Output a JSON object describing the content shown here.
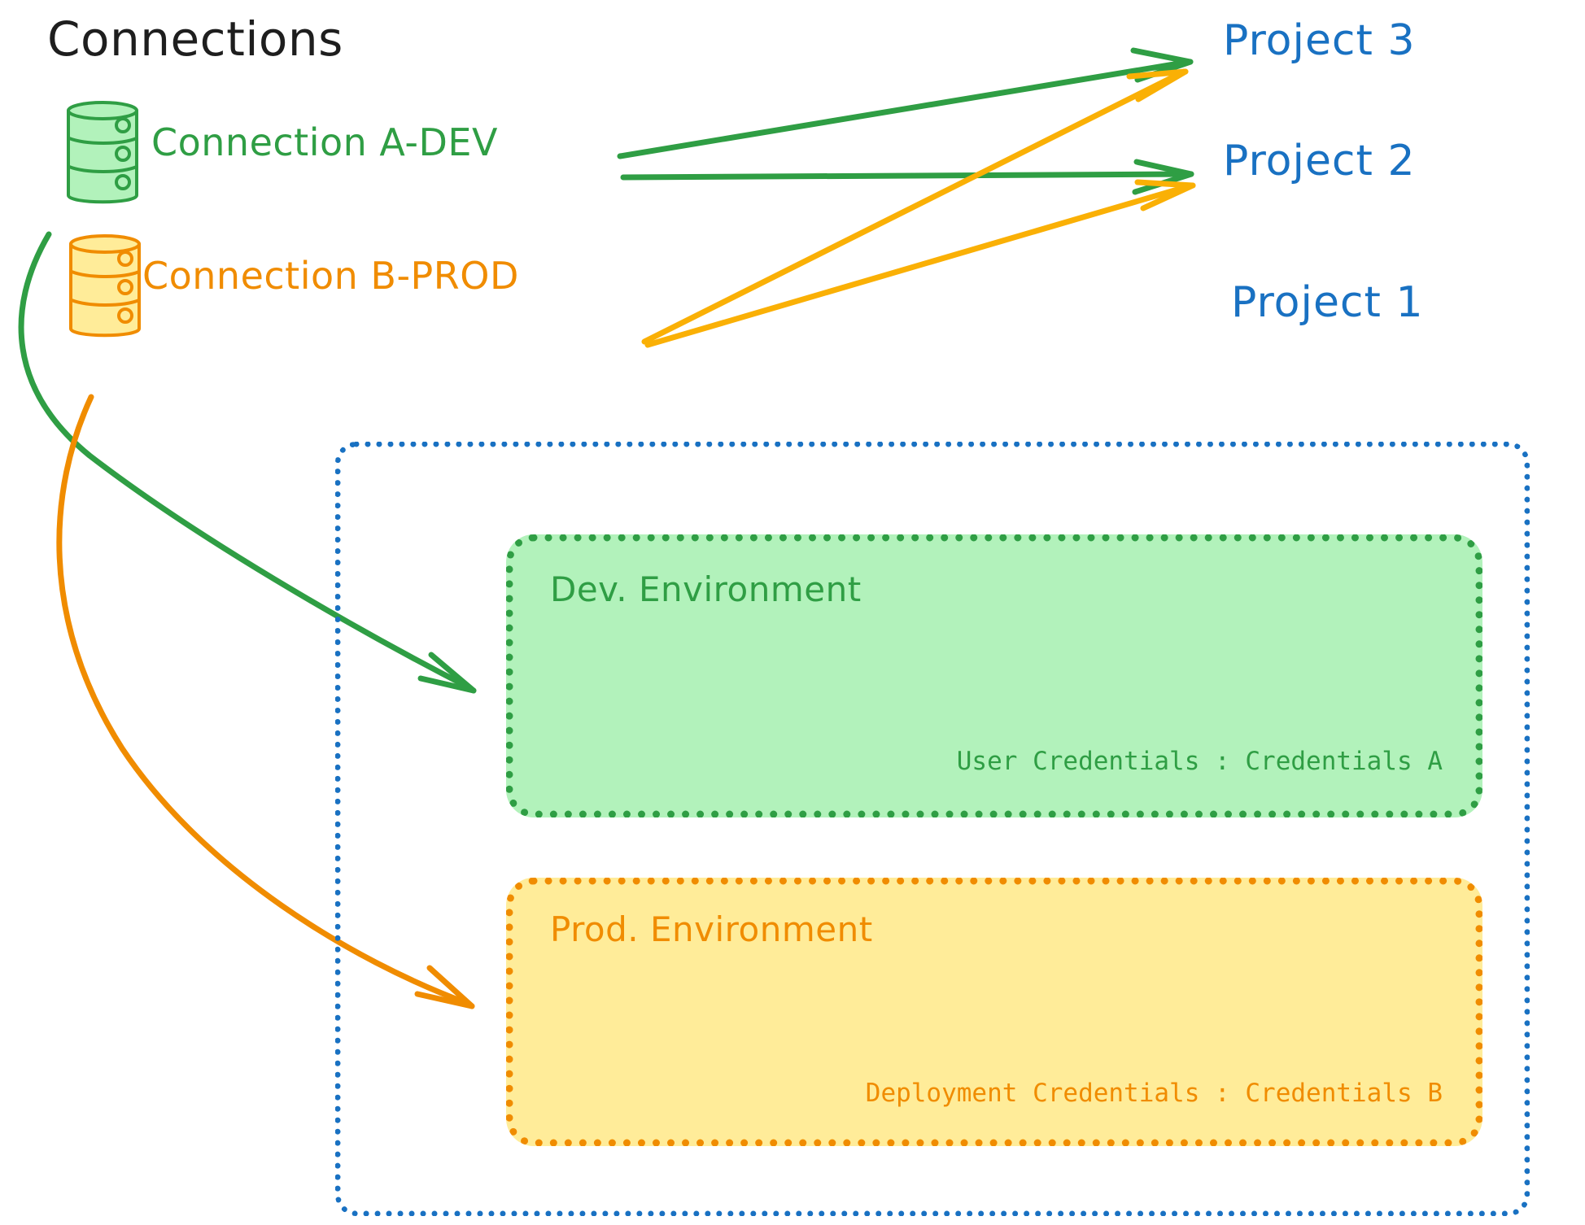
{
  "diagram": {
    "type": "connections-to-projects",
    "title": "Connections",
    "colors": {
      "dev_green": "#2f9e44",
      "dev_green_fill": "#b2f2bb",
      "prod_orange": "#f08c00",
      "prod_orange_fill": "#ffec99",
      "project_blue": "#1971c2",
      "title_black": "#1e1e1e",
      "arrow_green": "#2f9e44",
      "arrow_orange": "#fab005"
    },
    "connections": [
      {
        "id": "connection-a-dev",
        "label": "Connection A-DEV",
        "color": "#2f9e44",
        "icon": "database-cylinder-icon",
        "targets": [
          "Project 3",
          "Project 2",
          "Dev. Environment"
        ]
      },
      {
        "id": "connection-b-prod",
        "label": "Connection B-PROD",
        "color": "#f08c00",
        "icon": "database-cylinder-icon",
        "targets": [
          "Project 3",
          "Project 2",
          "Prod. Environment"
        ]
      }
    ],
    "projects": [
      {
        "id": "project-3",
        "label": "Project 3"
      },
      {
        "id": "project-2",
        "label": "Project 2"
      },
      {
        "id": "project-1",
        "label": "Project 1"
      }
    ],
    "project1": {
      "label": "Project 1",
      "environments": [
        {
          "id": "dev-environment",
          "title": "Dev. Environment",
          "credentials_label": "User Credentials",
          "credentials_value": "Credentials A",
          "credentials_line": "User Credentials : Credentials A",
          "color": "#2f9e44",
          "fill": "#b2f2bb"
        },
        {
          "id": "prod-environment",
          "title": "Prod. Environment",
          "credentials_label": "Deployment Credentials",
          "credentials_value": "Credentials B",
          "credentials_line": "Deployment Credentials : Credentials B",
          "color": "#f08c00",
          "fill": "#ffec99"
        }
      ]
    }
  }
}
